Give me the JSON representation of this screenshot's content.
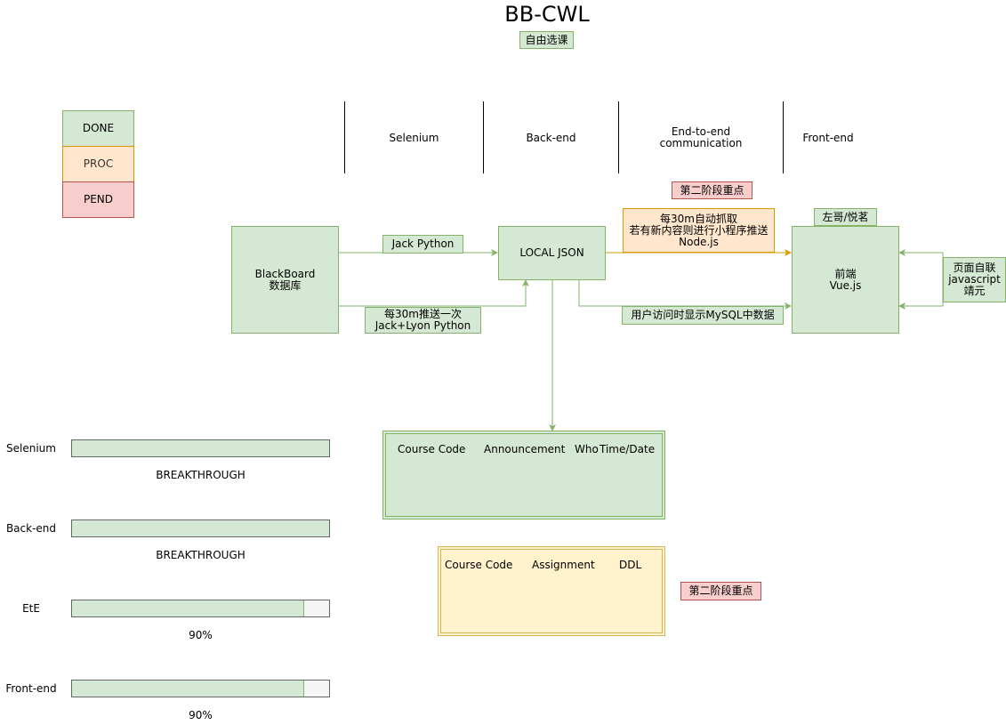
{
  "title": "BB-CWL",
  "subtitle": "自由选课",
  "legend": {
    "done": "DONE",
    "proc": "PROC",
    "pend": "PEND"
  },
  "phases": {
    "selenium": "Selenium",
    "backend": "Back-end",
    "ete": "End-to-end\ncommunication",
    "frontend": "Front-end"
  },
  "stage_tag": "第二阶段重点",
  "stage_tag_2": "第二阶段重点",
  "blackboard": "BlackBoard\n数据库",
  "local_json": "LOCAL JSON",
  "frontend_box": "前端\nVue.js",
  "frontend_tag": "左哥/悦茗",
  "frontend_side": "页面自联\njavascript\n靖元",
  "edge_jack_python": "Jack Python",
  "edge_push": "每30m推送一次\nJack+Lyon Python",
  "edge_auto_fetch": "每30m自动抓取\n若有新内容则进行小程序推送\nNode.js",
  "edge_mysql": "用户访问时显示MySQL中数据",
  "announce_table": {
    "col1": "Course Code",
    "col2": "Announcement",
    "col3": "Who",
    "col4": "Time/Date"
  },
  "assign_table": {
    "col1": "Course Code",
    "col2": "Assignment",
    "col3": "DDL"
  },
  "progress": [
    {
      "name": "Selenium",
      "status": "BREAKTHROUGH",
      "fraction": 1.0
    },
    {
      "name": "Back-end",
      "status": "BREAKTHROUGH",
      "fraction": 1.0
    },
    {
      "name": "EtE",
      "status": "90%",
      "fraction": 0.9
    },
    {
      "name": "Front-end",
      "status": "90%",
      "fraction": 0.9
    }
  ],
  "colors": {
    "green_fill": "#d5e8d4",
    "green_stroke": "#82b366",
    "orange_fill": "#ffe6cc",
    "orange_stroke": "#d79b00",
    "red_fill": "#f8cecc",
    "red_stroke": "#b85450",
    "yellow_fill": "#fff2cc",
    "yellow_stroke": "#d6b656"
  }
}
